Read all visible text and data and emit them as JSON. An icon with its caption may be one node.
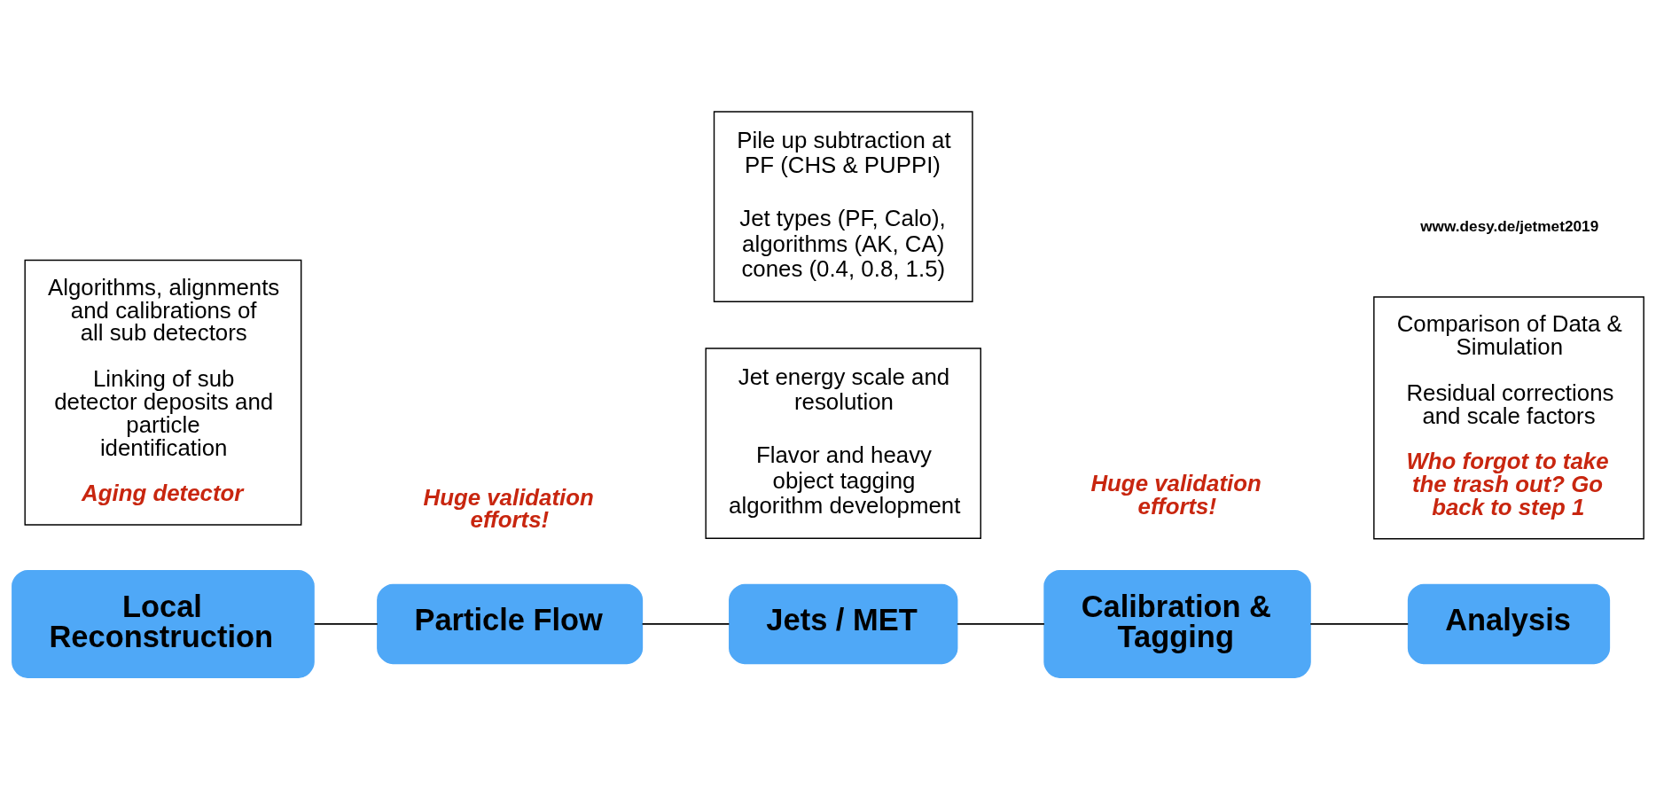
{
  "diagram": {
    "nodes": [
      {
        "text": [
          "Local Reconstruction"
        ]
      },
      {
        "text": [
          "Particle Flow"
        ]
      },
      {
        "text": [
          "Jets / MET"
        ]
      },
      {
        "text": [
          "Calibration & Tagging"
        ]
      },
      {
        "text": [
          "Analysis"
        ]
      },
      {
        "text": [
          "Algorithms, alignments and calibrations of all sub detectors",
          "Linking of sub detector deposits and particle identification",
          "Aging detector"
        ]
      },
      {
        "text": [
          "Jet energy scale and resolution",
          "Flavor and heavy object tagging algorithm development"
        ]
      },
      {
        "text": [
          "Pile up subtraction at PF (CHS & PUPPI)",
          "Jet types (PF, Calo), algorithms (AK, CA) cones (0.4, 0.8, 1.5)"
        ]
      },
      {
        "text": [
          "Comparison of Data & Simulation",
          "Residual corrections and scale factors",
          "Who forgot to take the trash out? Go back to step 1"
        ]
      }
    ],
    "edges": [
      {
        "from": 0,
        "to": 1,
        "arrow": "none"
      },
      {
        "from": 1,
        "to": 2,
        "arrow": "none"
      },
      {
        "from": 2,
        "to": 3,
        "arrow": "none"
      },
      {
        "from": 3,
        "to": 4,
        "arrow": "none"
      }
    ],
    "labels": [
      "www.desy.de/jetmet2019",
      "Huge validation efforts!",
      "Huge validation efforts!"
    ]
  }
}
